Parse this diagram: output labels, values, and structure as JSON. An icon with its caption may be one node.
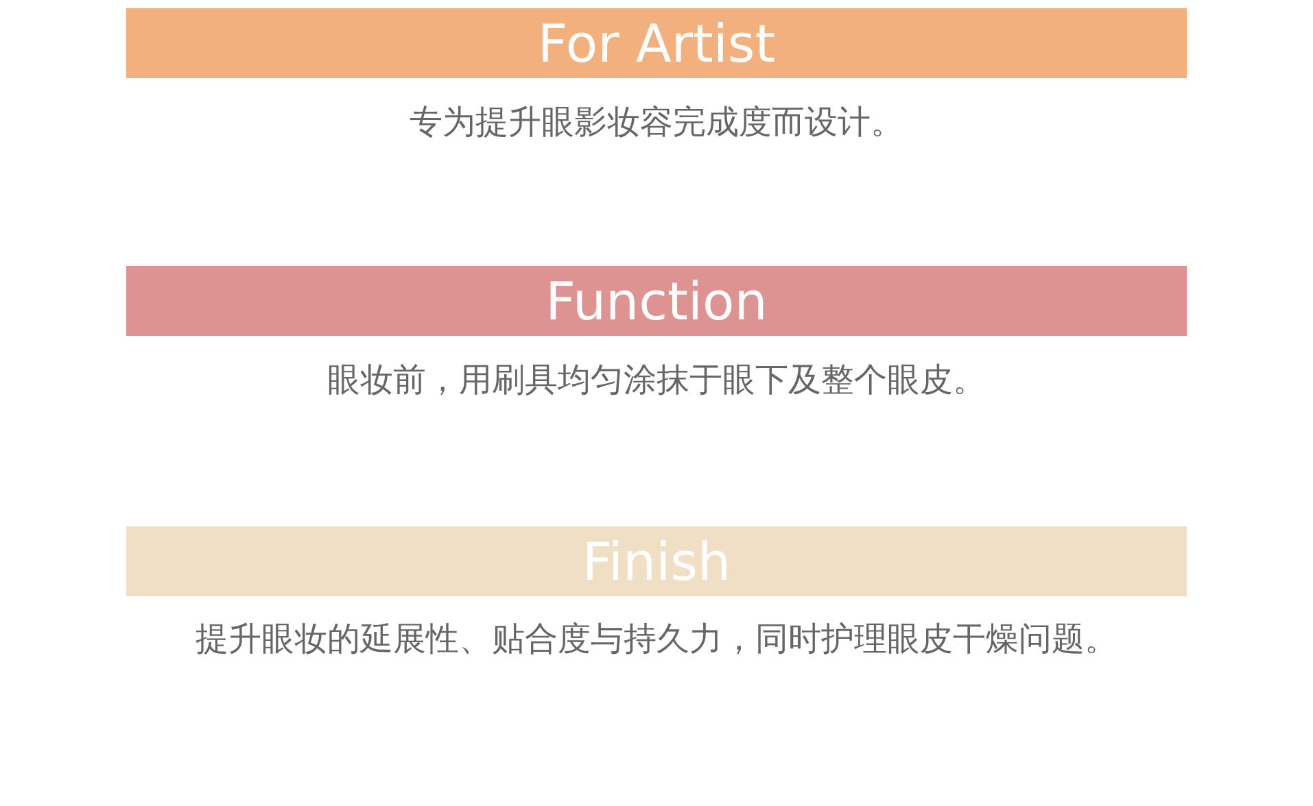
{
  "diagram": {
    "nodes": [
      {
        "text": [
          "For Artist"
        ],
        "beside": [
          "专为提升眼影妆容完成度而设计。"
        ]
      },
      {
        "text": [
          "Function"
        ],
        "beside": [
          "眼妆前，用刷具均匀涂抹于眼下及整个眼皮。"
        ]
      },
      {
        "text": [
          "Finish"
        ],
        "beside": [
          "提升眼妆的延展性、贴合度与持久力，同时护理眼皮干燥问题。"
        ]
      }
    ]
  }
}
